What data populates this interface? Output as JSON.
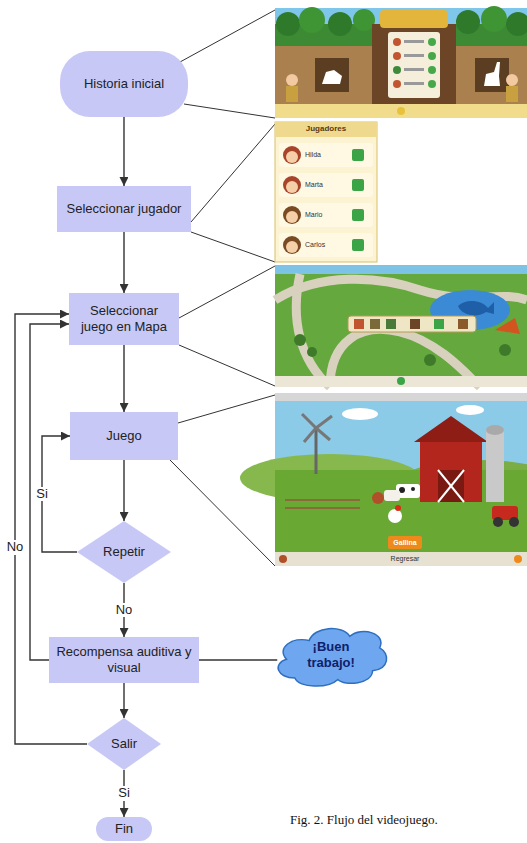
{
  "diagram": {
    "caption": "Fig. 2. Flujo del videojuego.",
    "nodes": [
      {
        "text": [
          "Historia inicial"
        ]
      },
      {
        "text": [
          "Seleccionar jugador"
        ]
      },
      {
        "text": [
          "Seleccionar juego en Mapa"
        ]
      },
      {
        "text": [
          "Juego"
        ]
      },
      {
        "text": [
          "Repetir"
        ]
      },
      {
        "text": [
          "Recompensa auditiva y visual"
        ]
      },
      {
        "text": [
          "¡Buen trabajo!"
        ]
      },
      {
        "text": [
          "Salir"
        ]
      },
      {
        "text": [
          "Fin"
        ]
      }
    ],
    "edges": [
      {
        "from": 0,
        "to": 1,
        "arrow": "to"
      },
      {
        "from": 1,
        "to": 2,
        "arrow": "to"
      },
      {
        "from": 2,
        "to": 3,
        "arrow": "to"
      },
      {
        "from": 3,
        "to": 4,
        "arrow": "to"
      },
      {
        "from": 4,
        "to": 3,
        "label": "Si",
        "arrow": "to"
      },
      {
        "from": 4,
        "to": 5,
        "label": "No",
        "arrow": "to"
      },
      {
        "from": 5,
        "to": 2,
        "arrow": "to"
      },
      {
        "from": 5,
        "to": 6,
        "arrow": "none"
      },
      {
        "from": 5,
        "to": 7,
        "arrow": "to"
      },
      {
        "from": 7,
        "to": 2,
        "label": "No",
        "arrow": "to"
      },
      {
        "from": 7,
        "to": 8,
        "label": "Si",
        "arrow": "to"
      }
    ],
    "labels": [
      "Jugadores",
      "Hilda",
      "Marta",
      "Mario",
      "Carlos",
      "Gallina",
      "Regresar"
    ]
  }
}
